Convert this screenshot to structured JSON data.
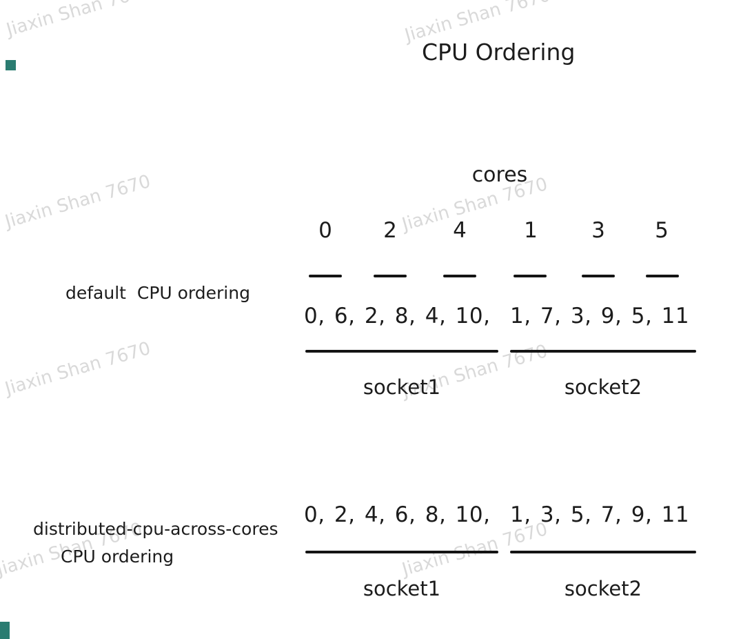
{
  "title": "CPU Ordering",
  "watermark": {
    "text": "Jiaxin Shan 7670"
  },
  "colors": {
    "text": "#1a1a1a",
    "watermark": "#d9d9d9",
    "corner_mark": "#2a7c71"
  },
  "cores": {
    "label": "cores",
    "numbers": [
      "0",
      "2",
      "4",
      "1",
      "3",
      "5"
    ]
  },
  "default_ordering": {
    "label": "default  CPU ordering",
    "socket1_values": "0, 6, 2, 8, 4, 10,",
    "socket2_values": "1, 7, 3, 9, 5, 11",
    "socket1_label": "socket1",
    "socket2_label": "socket2"
  },
  "distributed_ordering": {
    "label_line1": "distributed-cpu-across-cores",
    "label_line2": "CPU ordering",
    "socket1_values": "0, 2, 4, 6, 8, 10,",
    "socket2_values": "1, 3, 5, 7, 9, 11",
    "socket1_label": "socket1",
    "socket2_label": "socket2"
  }
}
